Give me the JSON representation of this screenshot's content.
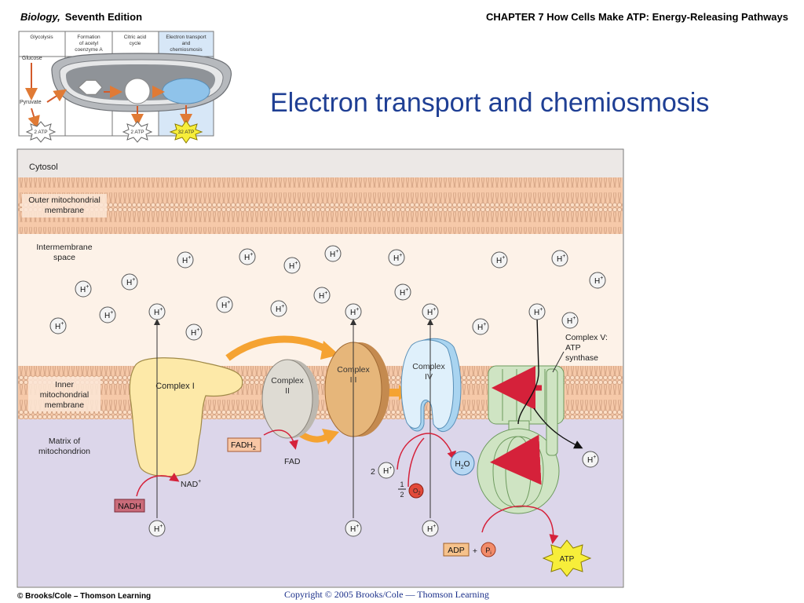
{
  "header": {
    "book": "Biology,",
    "edition": "Seventh Edition",
    "chapter": "CHAPTER 7 How Cells Make ATP: Energy-Releasing Pathways"
  },
  "title": "Electron transport and chemiosmosis",
  "overview": {
    "stages": [
      [
        "Glycolysis"
      ],
      [
        "Formation",
        "of acetyl",
        "coenzyme A"
      ],
      [
        "Citric acid",
        "cycle"
      ],
      [
        "Electron transport",
        "and",
        "chemiosmosis"
      ]
    ],
    "glucose": "Glucose",
    "pyruvate": "Pyruvate",
    "atp_glycolysis": "2 ATP",
    "atp_citric": "2 ATP",
    "atp_etc": "32 ATP"
  },
  "diagram": {
    "cytosol": "Cytosol",
    "outer_membrane": [
      "Outer mitochondrial",
      "membrane"
    ],
    "intermembrane": [
      "Intermembrane",
      "space"
    ],
    "inner_membrane": [
      "Inner",
      "mitochondrial",
      "membrane"
    ],
    "matrix": [
      "Matrix of",
      "mitochondrion"
    ],
    "complex1": "Complex I",
    "complex2": [
      "Complex",
      "II"
    ],
    "complex3": [
      "Complex",
      "III"
    ],
    "complex4": [
      "Complex",
      "IV"
    ],
    "complex5": [
      "Complex V:",
      "ATP",
      "synthase"
    ],
    "proton": "H",
    "proton_charge": "+",
    "nadh": "NADH",
    "nad": "NAD",
    "nad_charge": "+",
    "fadh2_base": "FADH",
    "fadh2_sub": "2",
    "fad": "FAD",
    "two": "2",
    "half_num": "1",
    "half_den": "2",
    "o2_base": "O",
    "o2_sub": "2",
    "h2o_h": "H",
    "h2o_sub": "2",
    "h2o_o": "O",
    "adp": "ADP",
    "plus": "+",
    "pi_base": "P",
    "pi_sub": "i",
    "atp": "ATP"
  },
  "colors": {
    "cytosol": "#ece8e6",
    "membrane": "#f6c9a9",
    "intermembrane": "#fdf2e8",
    "matrix": "#dcd6ea",
    "complex1": "#fde9a8",
    "complex2": "#dedbd3",
    "complex3": "#e6b67a",
    "complex4": "#dff0fb",
    "complex5": "#cfe4c3",
    "orange_arrow": "#f5a332",
    "red_arrow": "#d5213a"
  },
  "copyright": "Copyright © 2005 Brooks/Cole — Thomson Learning",
  "credit": "© Brooks/Cole – Thomson Learning"
}
